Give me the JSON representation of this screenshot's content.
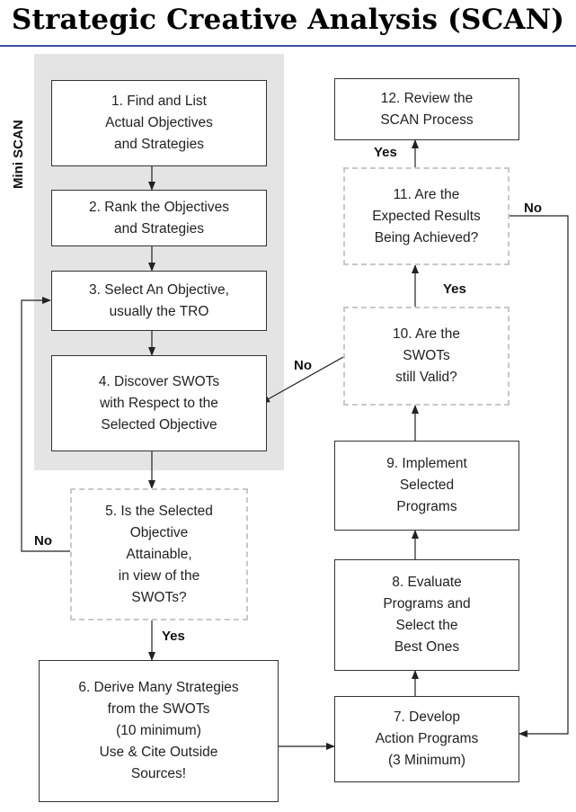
{
  "title": "Strategic Creative Analysis (SCAN)",
  "mini_scan_label": "Mini SCAN",
  "steps": {
    "s1": [
      "1. Find and List",
      "Actual Objectives",
      "and Strategies"
    ],
    "s2": [
      "2. Rank the Objectives",
      "and Strategies"
    ],
    "s3": [
      "3. Select An Objective,",
      "usually the TRO"
    ],
    "s4": [
      "4. Discover SWOTs",
      "with Respect to the",
      "Selected Objective"
    ],
    "s5": [
      "5. Is the Selected",
      "Objective",
      "Attainable,",
      "in view of the",
      "SWOTs?"
    ],
    "s6": [
      "6. Derive Many Strategies",
      "from the SWOTs",
      "(10 minimum)",
      "Use & Cite Outside",
      "Sources!"
    ],
    "s7": [
      "7. Develop",
      "Action Programs",
      "(3 Minimum)"
    ],
    "s8": [
      "8. Evaluate",
      "Programs and",
      "Select the",
      "Best Ones"
    ],
    "s9": [
      "9. Implement",
      "Selected",
      "Programs"
    ],
    "s10": [
      "10. Are the",
      "SWOTs",
      "still Valid?"
    ],
    "s11": [
      "11. Are the",
      "Expected Results",
      "Being Achieved?"
    ],
    "s12": [
      "12. Review the",
      "SCAN Process"
    ]
  },
  "edge_labels": {
    "s5_no": "No",
    "s5_yes": "Yes",
    "s10_no": "No",
    "s10_yes": "Yes",
    "s11_no": "No",
    "s11_yes": "Yes"
  }
}
